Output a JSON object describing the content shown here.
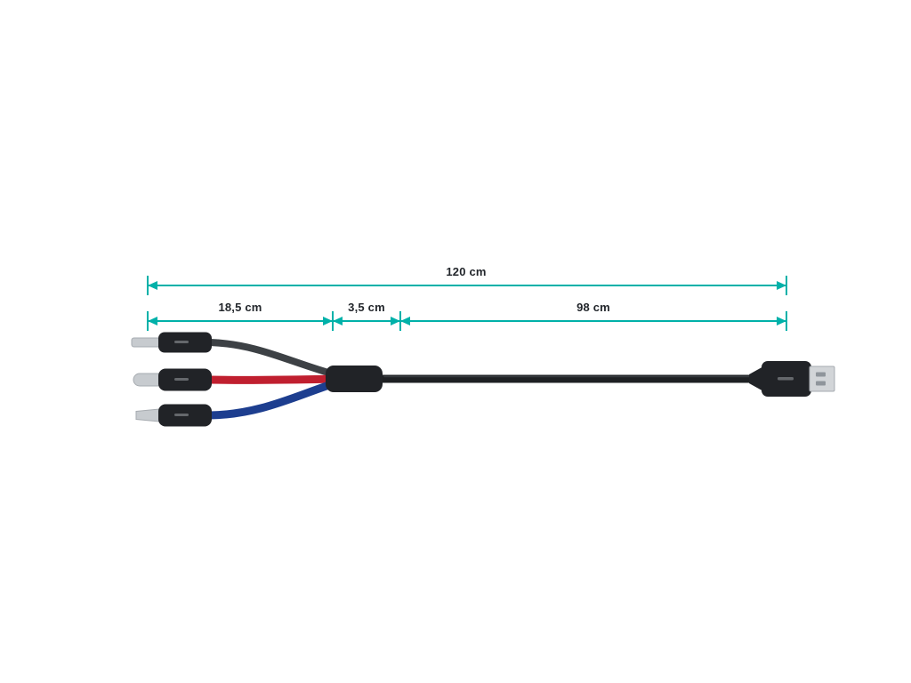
{
  "diagram": {
    "type": "product-dimension-diagram",
    "subject": "3-in-1 charging cable (lightning, usb-c, micro-usb to usb-a)",
    "unit": "cm",
    "accent_color": "#00b1a9",
    "text_color": "#22262b",
    "dimensions": {
      "total": {
        "label": "120 cm",
        "value": 120
      },
      "branches": {
        "label": "18,5 cm",
        "value": 18.5
      },
      "junction": {
        "label": "3,5 cm",
        "value": 3.5
      },
      "main": {
        "label": "98 cm",
        "value": 98
      }
    },
    "colors": {
      "lightning_branch": "#3d4145",
      "usb_c_branch": "#c01f2f",
      "micro_usb_branch": "#1d3e8f",
      "main_cable": "#1e2023",
      "main_cable_sheen": "#3a3e43",
      "connector_body": "#212327",
      "connector_metal": "#c7cbcf",
      "connector_metal_edge": "#a6abb0",
      "usb_a_shield": "#d2d5d8",
      "usb_a_shield_hole": "#8f959b",
      "brand_mark": "#7c8084"
    }
  }
}
